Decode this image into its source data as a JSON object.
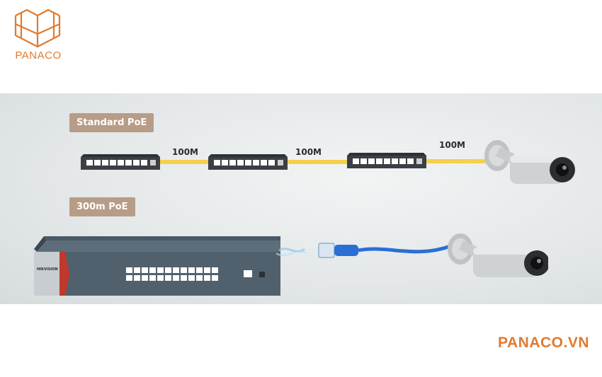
{
  "brand": {
    "logo_text": "PANACO",
    "website": "PANACO.VN",
    "accent_color": "#e07a2f"
  },
  "standard_poe": {
    "label": "Standard PoE",
    "segments": [
      "100M",
      "100M",
      "100M"
    ]
  },
  "long_poe": {
    "label": "300m PoE",
    "switch_brand": "HIKVISION"
  },
  "colors": {
    "label_bg": "#b79c86",
    "cable_yellow": "#f4d04c",
    "cable_blue": "#2a6fd6"
  },
  "icons": [
    "open-book-icon",
    "network-switch-icon",
    "bullet-camera-icon",
    "ethernet-plug-icon"
  ]
}
